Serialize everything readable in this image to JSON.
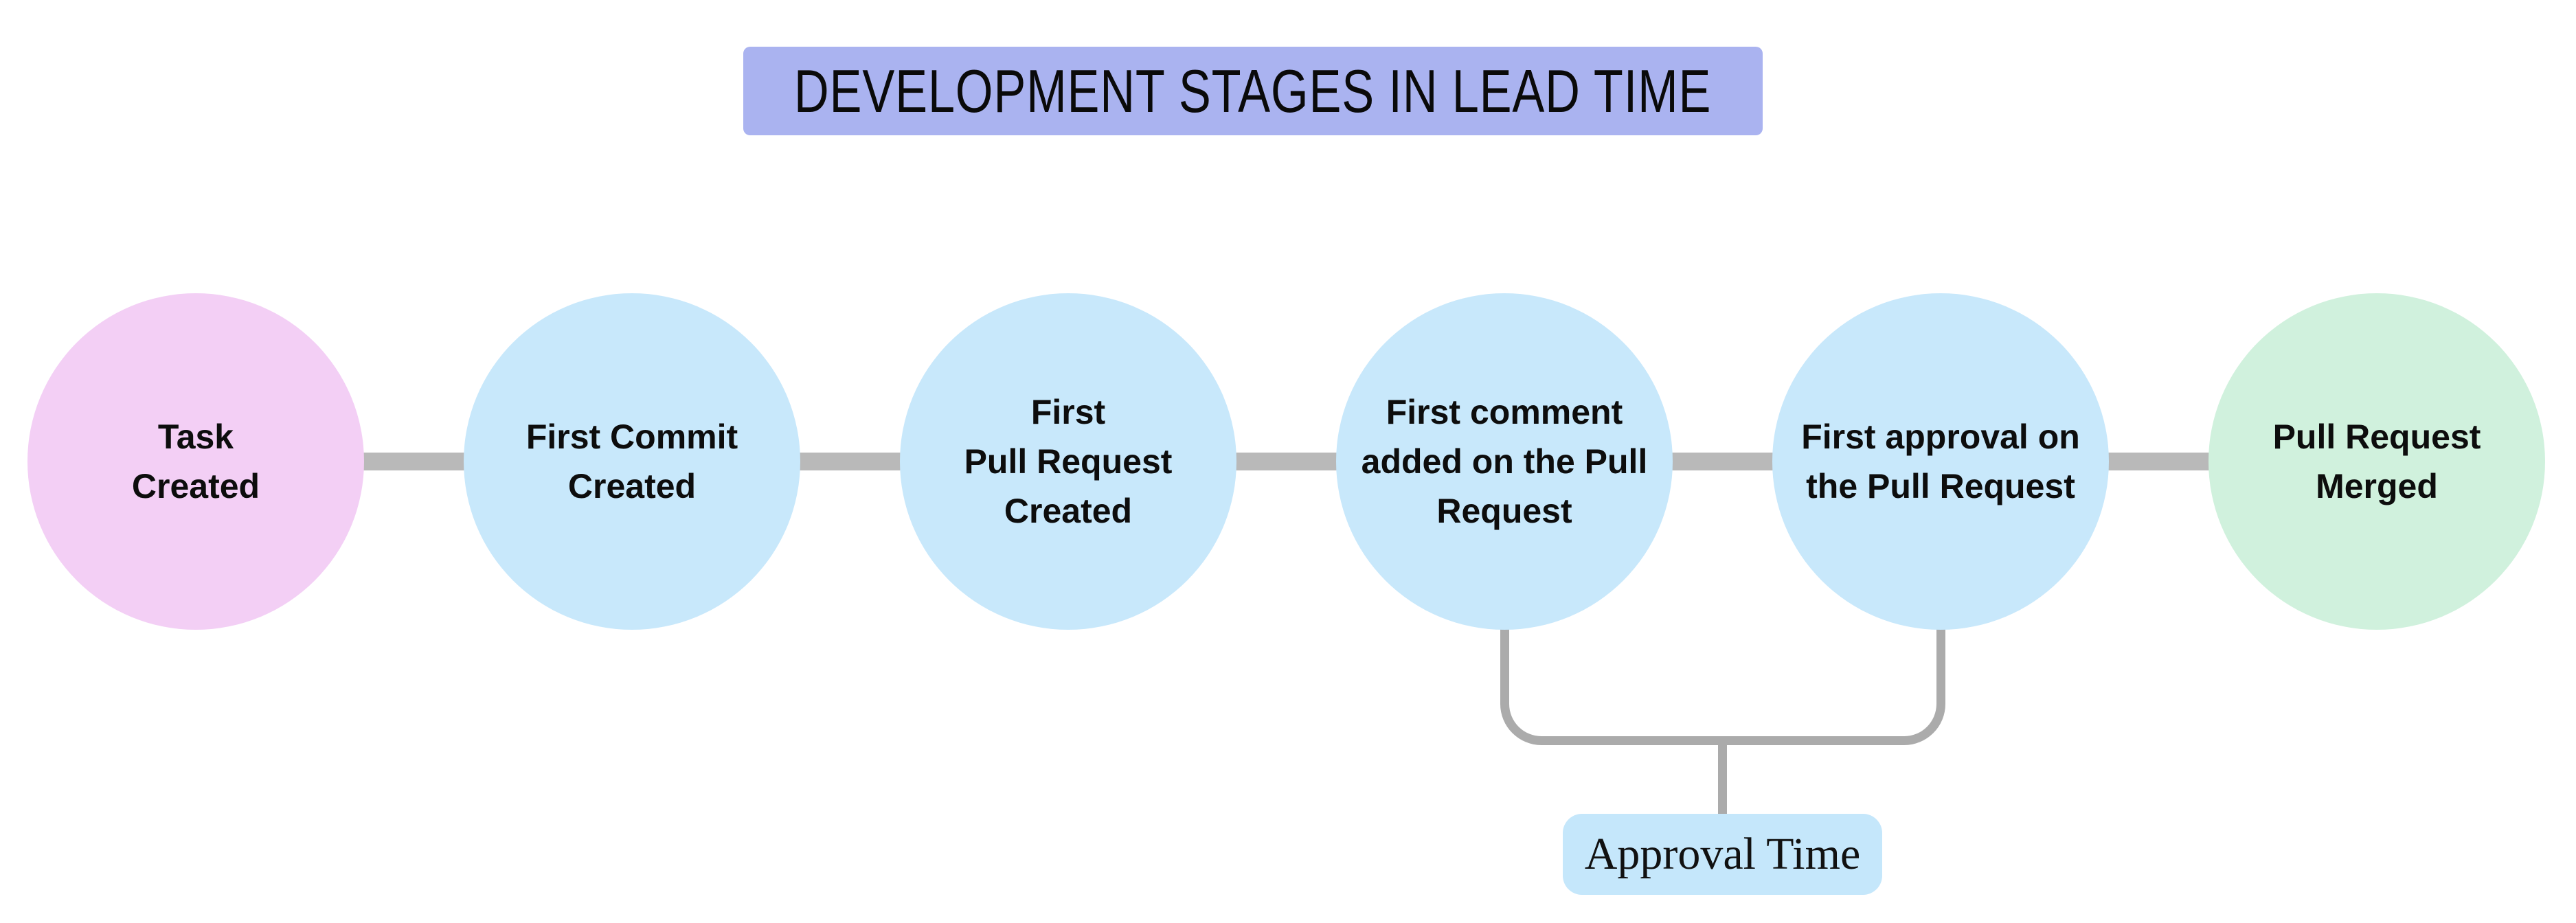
{
  "diagram": {
    "title": "DEVELOPMENT STAGES IN LEAD TIME",
    "stages": [
      {
        "id": "task-created",
        "lines": [
          "Task",
          "Created"
        ],
        "color": "#f3cff5"
      },
      {
        "id": "first-commit",
        "lines": [
          "First Commit",
          "Created"
        ],
        "color": "#c8e8fb"
      },
      {
        "id": "first-pr",
        "lines": [
          "First",
          "Pull Request",
          "Created"
        ],
        "color": "#c8e8fb"
      },
      {
        "id": "first-comment",
        "lines": [
          "First comment",
          "added on the Pull",
          "Request"
        ],
        "color": "#c8e8fb"
      },
      {
        "id": "first-approval",
        "lines": [
          "First approval on",
          "the Pull Request"
        ],
        "color": "#c8e8fb"
      },
      {
        "id": "pr-merged",
        "lines": [
          "Pull Request",
          "Merged"
        ],
        "color": "#d0f1dd"
      }
    ],
    "annotation": {
      "label": "Approval Time",
      "bg": "#c5e7fb"
    },
    "colors": {
      "title_bg": "#aab3f0",
      "connector": "#b9b9b9",
      "bracket": "#ababab",
      "text": "#0d0d0d"
    }
  }
}
